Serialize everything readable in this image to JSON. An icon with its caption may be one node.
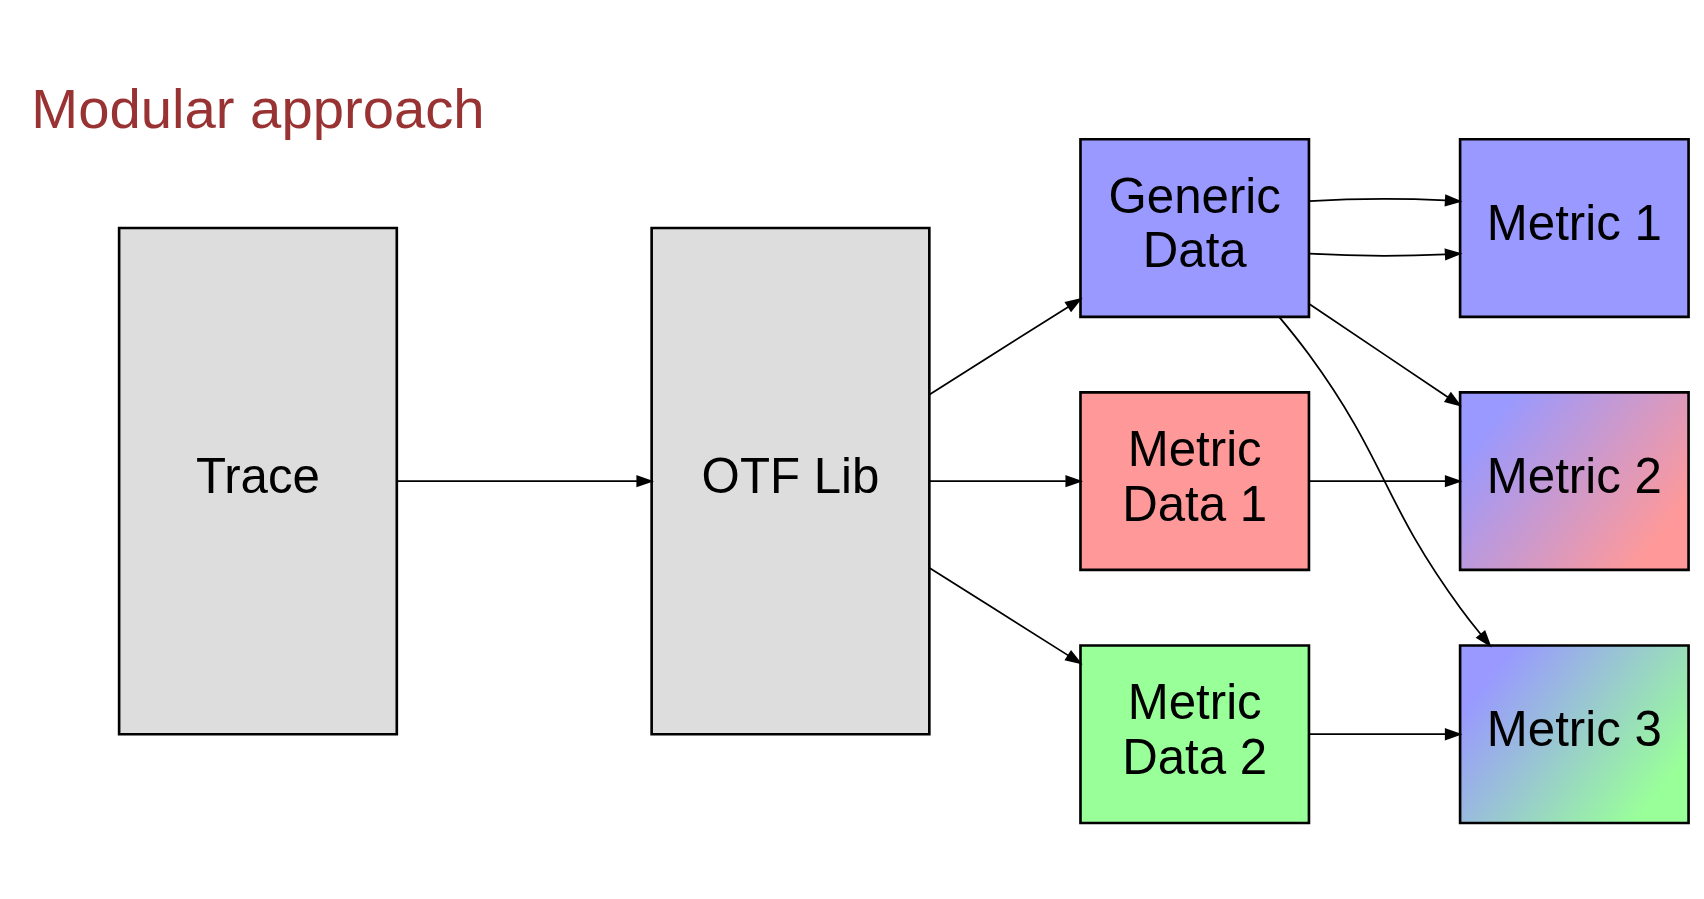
{
  "diagram": {
    "nodes": [
      {
        "text": [
          "Trace"
        ]
      },
      {
        "text": [
          "OTF Lib"
        ]
      },
      {
        "text": [
          "Generic Data"
        ]
      },
      {
        "text": [
          "Metric Data 1"
        ]
      },
      {
        "text": [
          "Metric Data 2"
        ]
      },
      {
        "text": [
          "Metric 1"
        ]
      },
      {
        "text": [
          "Metric 2"
        ]
      },
      {
        "text": [
          "Metric 3"
        ]
      }
    ],
    "edges": [
      {
        "from": 0,
        "to": 1,
        "arrow": "to"
      },
      {
        "from": 1,
        "to": 2,
        "arrow": "to"
      },
      {
        "from": 1,
        "to": 3,
        "arrow": "to"
      },
      {
        "from": 1,
        "to": 4,
        "arrow": "to"
      },
      {
        "from": 2,
        "to": 5,
        "arrow": "to"
      },
      {
        "from": 2,
        "to": 5,
        "arrow": "to"
      },
      {
        "from": 2,
        "to": 6,
        "arrow": "to"
      },
      {
        "from": 2,
        "to": 7,
        "arrow": "to"
      },
      {
        "from": 3,
        "to": 6,
        "arrow": "to"
      },
      {
        "from": 4,
        "to": 7,
        "arrow": "to"
      }
    ],
    "labels": [
      "Modular approach"
    ]
  }
}
